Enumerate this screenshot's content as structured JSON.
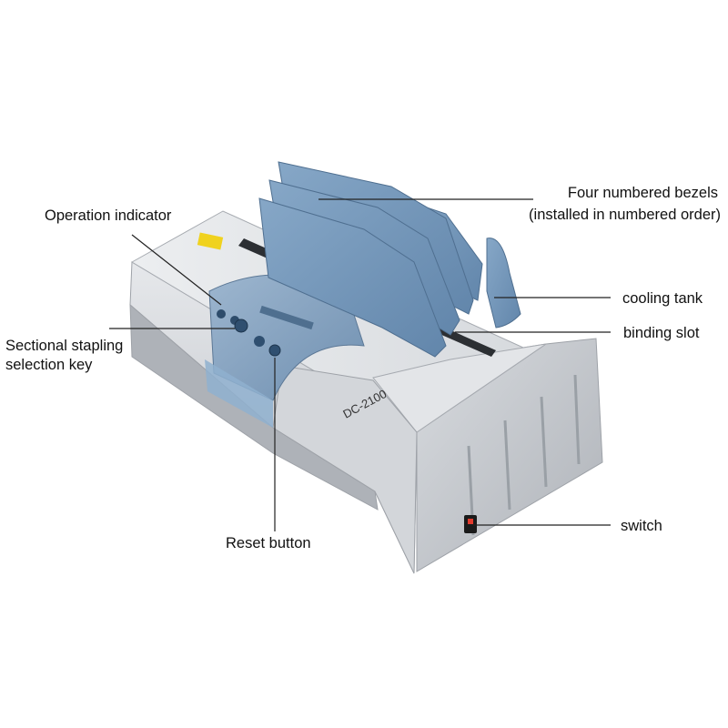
{
  "labels": {
    "bezels_line1": "Four numbered bezels",
    "bezels_line2": "(installed in numbered order)",
    "operation_indicator": "Operation indicator",
    "cooling_tank": "cooling tank",
    "binding_slot": "binding slot",
    "sectional_line1": "Sectional stapling",
    "sectional_line2": "selection key",
    "switch": "switch",
    "reset_button": "Reset button"
  },
  "device": {
    "model": "DC-2100"
  },
  "colors": {
    "body_silver": "#c9ccd1",
    "panel_blue": "#8aa6c2",
    "bezel_blue": "#6f93b7",
    "leader_line": "#222222"
  }
}
